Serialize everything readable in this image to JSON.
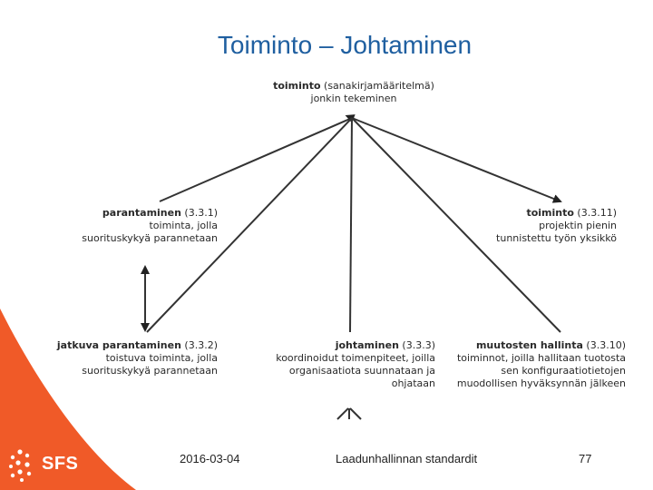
{
  "title": "Toiminto – Johtaminen",
  "nodes": {
    "top": {
      "term": "toiminto",
      "ref": "(sanakirjamääritelmä)",
      "def": "jonkin tekeminen"
    },
    "left_upper": {
      "term": "parantaminen",
      "ref": "(3.3.1)",
      "def1": "toiminta, jolla",
      "def2": "suorituskykyä parannetaan"
    },
    "right_upper": {
      "term": "toiminto",
      "ref": "(3.3.11)",
      "def1": "projektin pienin",
      "def2": "tunnistettu työn yksikkö"
    },
    "left_lower": {
      "term": "jatkuva parantaminen",
      "ref": "(3.3.2)",
      "def1": "toistuva toiminta, jolla",
      "def2": "suorituskykyä parannetaan"
    },
    "center_lower": {
      "term": "johtaminen",
      "ref": "(3.3.3)",
      "def1": "koordinoidut toimenpiteet, joilla",
      "def2": "organisaatiota suunnataan ja ohjataan"
    },
    "right_lower": {
      "term": "muutosten hallinta",
      "ref": "(3.3.10)",
      "def1": "toiminnot, joilla hallitaan tuotosta",
      "def2": "sen konfiguraatiotietojen",
      "def3": "muodollisen hyväksynnän jälkeen"
    }
  },
  "footer": {
    "date": "2016-03-04",
    "center": "Laadunhallinnan standardit",
    "page": "77"
  },
  "logo": {
    "text": "SFS"
  },
  "colors": {
    "title": "#1f5fa0",
    "accent": "#f05a28",
    "lines": "#333333"
  }
}
